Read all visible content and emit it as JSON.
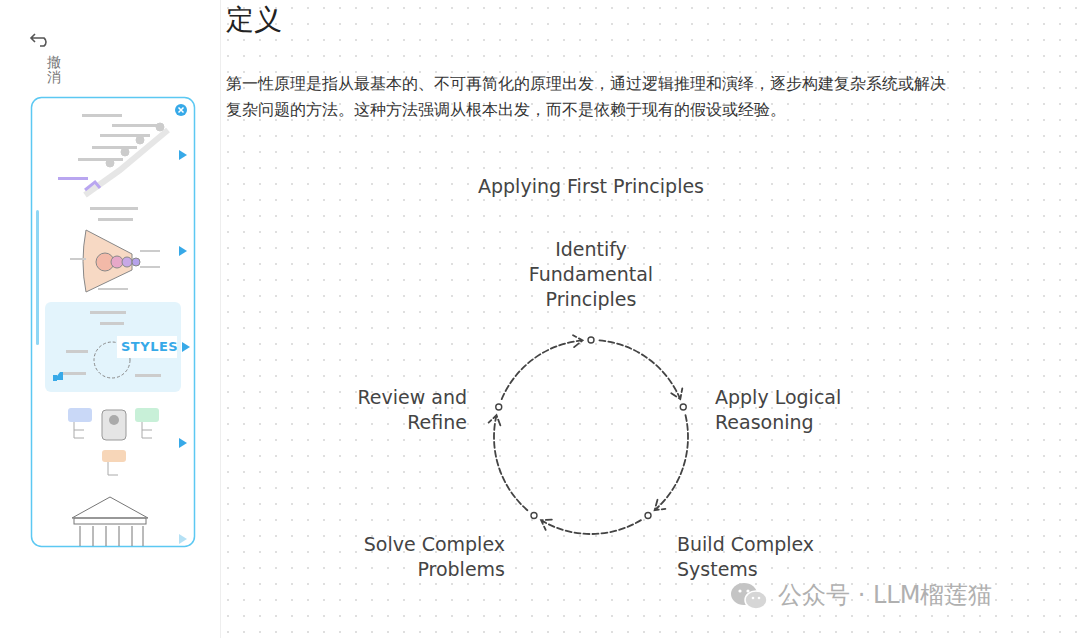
{
  "diagram": {
    "title": "Applying First Principles",
    "nodes": [
      {
        "text": [
          "Identify Fundamental Principles"
        ]
      },
      {
        "text": [
          "Apply Logical Reasoning"
        ]
      },
      {
        "text": [
          "Build Complex Systems"
        ]
      },
      {
        "text": [
          "Solve Complex Problems"
        ]
      },
      {
        "text": [
          "Review and Refine"
        ]
      }
    ],
    "edges": [
      {
        "from": 0,
        "to": 1,
        "arrow": "to"
      },
      {
        "from": 1,
        "to": 2,
        "arrow": "to"
      },
      {
        "from": 2,
        "to": 3,
        "arrow": "to"
      },
      {
        "from": 3,
        "to": 4,
        "arrow": "to"
      },
      {
        "from": 4,
        "to": 0,
        "arrow": "to"
      }
    ],
    "labels": [
      "撤消",
      "STYLES",
      "定义",
      "第一性原理是指从最基本的、不可再简化的原理出发，通过逻辑推理和演绎，逐步构建复杂系统或解决复杂问题的方法。这种方法强调从根本出发，而不是依赖于现有的假设或经验。",
      "公众号 · LLM榴莲猫"
    ]
  }
}
